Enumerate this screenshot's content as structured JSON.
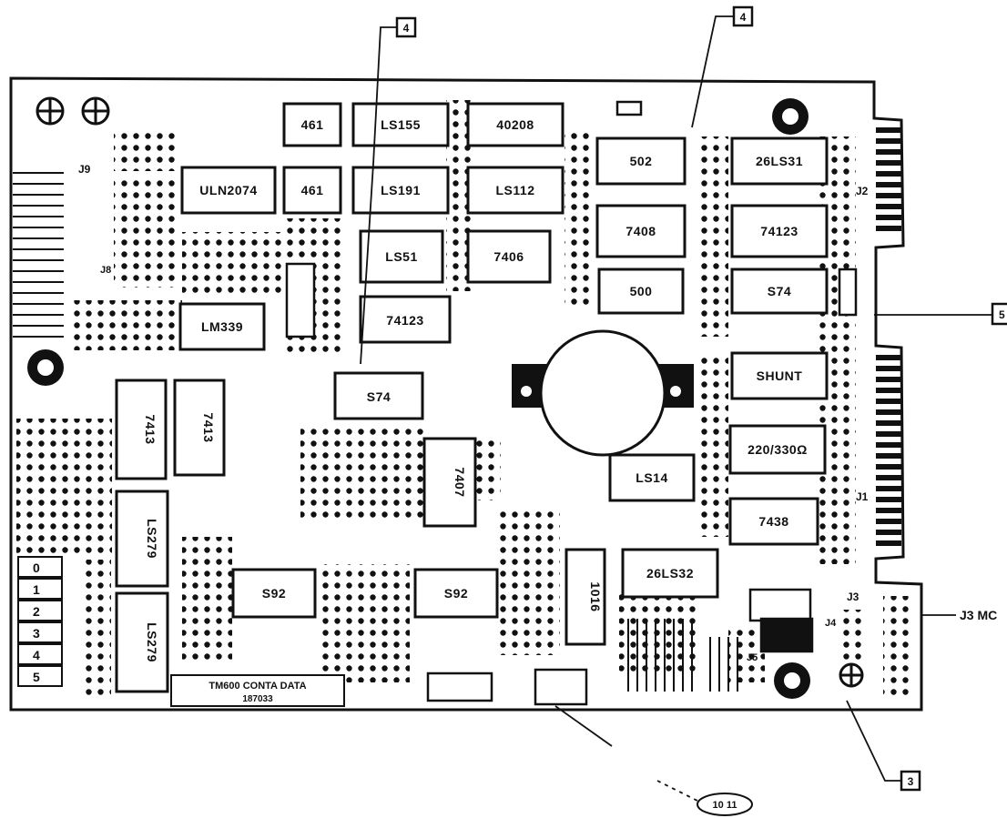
{
  "callouts": {
    "top_left": "4",
    "top_center": "4",
    "right_mid": "5",
    "bottom_right": "3",
    "bottom_center": "10 11",
    "j3_label": "J3 MC"
  },
  "connectors": {
    "j9": "J9",
    "j8": "J8",
    "j2": "J2",
    "j1": "J1",
    "j3": "J3",
    "j4": "J4",
    "j5": "J5"
  },
  "row_numbers": [
    "0",
    "1",
    "2",
    "3",
    "4",
    "5"
  ],
  "chips": {
    "c461a": "461",
    "ls155": "LS155",
    "c40208": "40208",
    "c502": "502",
    "ls31": "26LS31",
    "uln": "ULN2074",
    "c461b": "461",
    "ls191": "LS191",
    "ls112": "LS112",
    "c7408": "7408",
    "c74123a": "74123",
    "ls51": "LS51",
    "c7406": "7406",
    "c500": "500",
    "s74a": "S74",
    "lm339": "LM339",
    "c74123b": "74123",
    "s74b": "S74",
    "shunt": "SHUNT",
    "rpack": "220/330Ω",
    "ls14": "LS14",
    "c7438": "7438",
    "ls32": "26LS32",
    "s92a": "S92",
    "s92b": "S92",
    "v1": "7413",
    "v2": "7413",
    "v3": "7407",
    "v4": "LS279",
    "v5": "LS279",
    "v6": "1016"
  },
  "board_label": {
    "line1": "TM600 CONTA DATA",
    "line2": "187033"
  }
}
